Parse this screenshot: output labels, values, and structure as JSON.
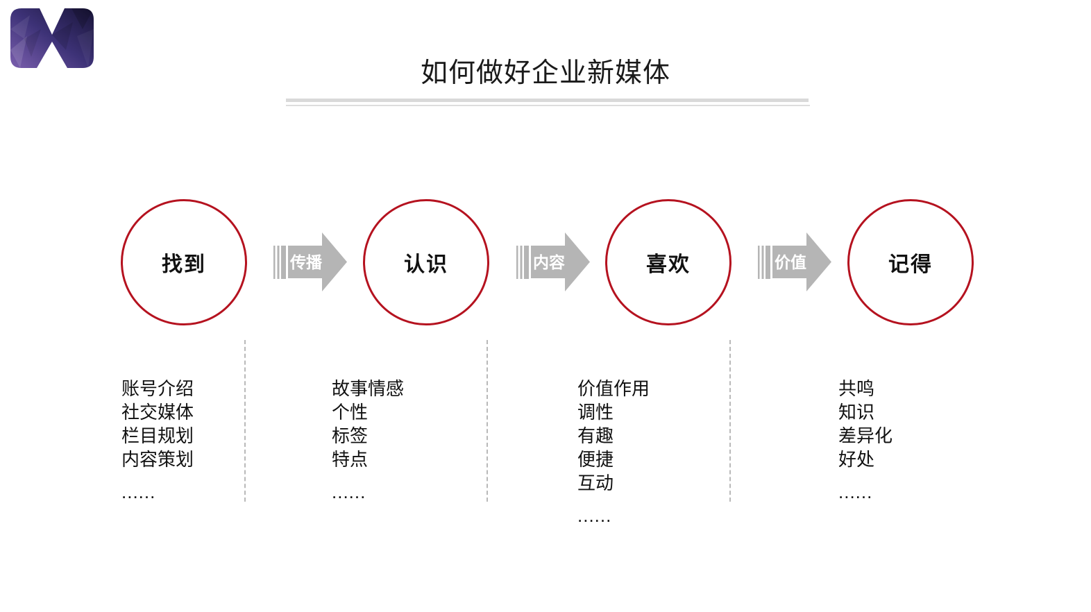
{
  "logo": {
    "letter": "M",
    "colors": {
      "dark": "#181437",
      "mid": "#3d3277",
      "light": "#7b5fae"
    }
  },
  "header": {
    "title": "如何做好企业新媒体"
  },
  "flow": {
    "stages": [
      {
        "label": "找到",
        "details": [
          "账号介绍",
          "社交媒体",
          "栏目规划",
          "内容策划"
        ],
        "ellipsis": "......"
      },
      {
        "label": "认识",
        "details": [
          "故事情感",
          "个性",
          "标签",
          "特点"
        ],
        "ellipsis": "......"
      },
      {
        "label": "喜欢",
        "details": [
          "价值作用",
          "调性",
          "有趣",
          "便捷",
          "互动"
        ],
        "ellipsis": "......"
      },
      {
        "label": "记得",
        "details": [
          "共鸣",
          "知识",
          "差异化",
          "好处"
        ],
        "ellipsis": "......"
      }
    ],
    "arrows": [
      {
        "label": "传播"
      },
      {
        "label": "内容"
      },
      {
        "label": "价值"
      }
    ]
  },
  "colors": {
    "circle_stroke": "#b5121f",
    "arrow_fill": "#b5b5b5",
    "arrow_text": "#ffffff",
    "title_underline": "#d9d9d9",
    "divider": "#b9b9b9",
    "text": "#111111"
  }
}
